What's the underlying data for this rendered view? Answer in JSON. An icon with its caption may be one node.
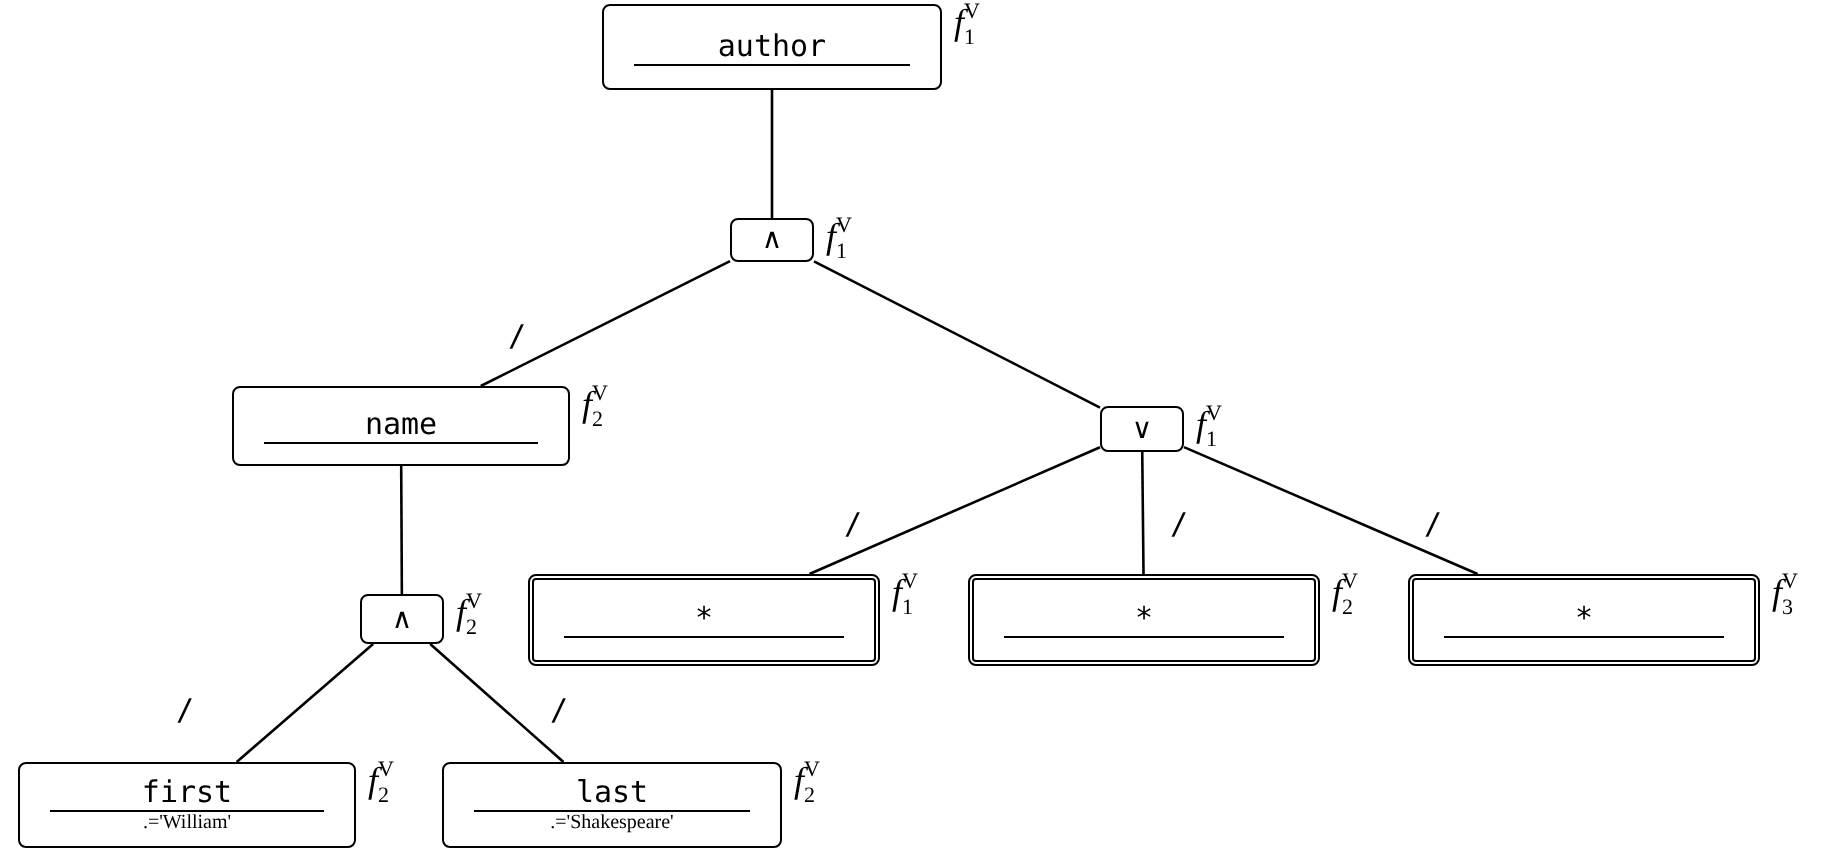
{
  "diagram": {
    "nodes": [
      {
        "text": [
          "author"
        ],
        "beside": [
          "*f*$_{1}$$^{V}$"
        ]
      },
      {
        "text": [
          "∧"
        ],
        "beside": [
          "*f*$_{1}$$^{V}$"
        ]
      },
      {
        "text": [
          "name"
        ],
        "beside": [
          "*f*$_{2}$$^{V}$"
        ]
      },
      {
        "text": [
          "∨"
        ],
        "beside": [
          "*f*$_{1}$$^{V}$"
        ]
      },
      {
        "text": [
          "∧"
        ],
        "beside": [
          "*f*$_{2}$$^{V}$"
        ]
      },
      {
        "text": [
          "*"
        ],
        "beside": [
          "*f*$_{1}$$^{V}$"
        ]
      },
      {
        "text": [
          "*"
        ],
        "beside": [
          "*f*$_{2}$$^{V}$"
        ]
      },
      {
        "text": [
          "*"
        ],
        "beside": [
          "*f*$_{3}$$^{V}$"
        ]
      },
      {
        "text": [
          "first",
          ".='William'"
        ],
        "beside": [
          "*f*$_{2}$$^{V}$"
        ]
      },
      {
        "text": [
          "last",
          ".='Shakespeare'"
        ],
        "beside": [
          "*f*$_{2}$$^{V}$"
        ]
      }
    ],
    "edges": [
      {
        "from": 0,
        "to": 1,
        "arrow": "none"
      },
      {
        "from": 1,
        "to": 2,
        "arrow": "none",
        "label": "/"
      },
      {
        "from": 1,
        "to": 3,
        "arrow": "none"
      },
      {
        "from": 2,
        "to": 4,
        "arrow": "none"
      },
      {
        "from": 3,
        "to": 5,
        "arrow": "none",
        "label": "/"
      },
      {
        "from": 3,
        "to": 6,
        "arrow": "none",
        "label": "/"
      },
      {
        "from": 3,
        "to": 7,
        "arrow": "none",
        "label": "/"
      },
      {
        "from": 4,
        "to": 8,
        "arrow": "none",
        "label": "/"
      },
      {
        "from": 4,
        "to": 9,
        "arrow": "none",
        "label": "/"
      }
    ]
  }
}
